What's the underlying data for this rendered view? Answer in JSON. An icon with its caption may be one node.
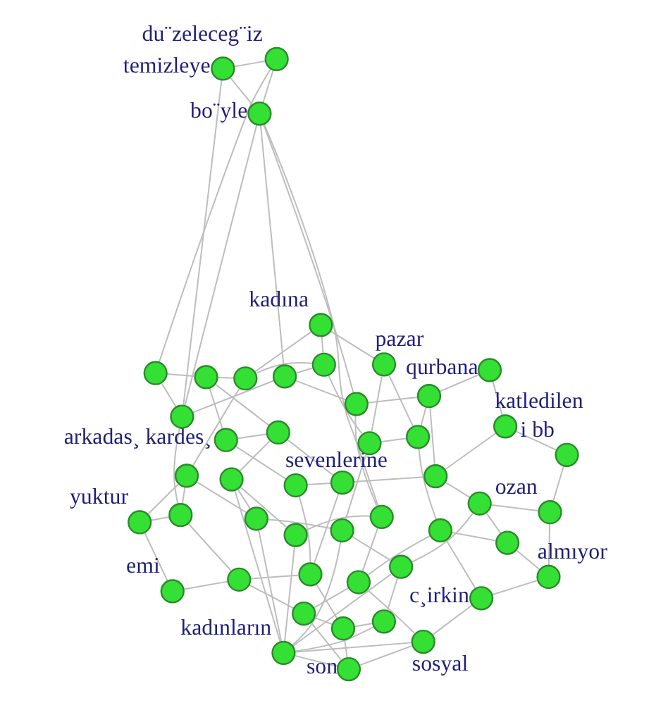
{
  "diagram": {
    "nodes": [
      {
        "text": [],
        "shape": "circle",
        "beside": [
          "arkadas¸ kardes¸"
        ]
      },
      {
        "text": [],
        "shape": "circle",
        "beside": [
          "sevenlerine"
        ]
      },
      {
        "text": [],
        "shape": "circle",
        "beside": [
          "emi"
        ]
      },
      {
        "text": [],
        "shape": "circle",
        "beside": [
          "yuktur"
        ]
      },
      {
        "text": [],
        "shape": "circle",
        "beside": [
          "kadına"
        ]
      },
      {
        "text": [],
        "shape": "circle",
        "beside": [
          "pazar"
        ]
      },
      {
        "text": [],
        "shape": "circle",
        "beside": [
          "qurbana"
        ]
      },
      {
        "text": [],
        "shape": "circle",
        "beside": [
          "katledilen"
        ]
      },
      {
        "text": [],
        "shape": "circle",
        "beside": [
          "i bb"
        ]
      },
      {
        "text": [],
        "shape": "circle",
        "beside": [
          "ozan"
        ]
      },
      {
        "text": [],
        "shape": "circle",
        "beside": [
          "almıyor"
        ]
      },
      {
        "text": [],
        "shape": "circle",
        "beside": [
          "c¸irkin"
        ]
      },
      {
        "text": [],
        "shape": "circle",
        "beside": [
          "sosyal"
        ]
      },
      {
        "text": [],
        "shape": "circle",
        "beside": [
          "son"
        ]
      },
      {
        "text": [],
        "shape": "circle",
        "beside": [
          "kadınların"
        ]
      },
      {
        "text": [],
        "shape": "circle",
        "beside": [
          "bo¨yle"
        ]
      },
      {
        "text": [],
        "shape": "circle",
        "beside": [
          "du¨zeleceg¨iz"
        ]
      },
      {
        "text": [],
        "shape": "circle",
        "beside": [
          "temizleye"
        ]
      },
      {
        "text": [],
        "shape": "circle"
      },
      {
        "text": [],
        "shape": "circle"
      },
      {
        "text": [],
        "shape": "circle"
      },
      {
        "text": [],
        "shape": "circle"
      },
      {
        "text": [],
        "shape": "circle"
      },
      {
        "text": [],
        "shape": "circle"
      },
      {
        "text": [],
        "shape": "circle"
      },
      {
        "text": [],
        "shape": "circle"
      },
      {
        "text": [],
        "shape": "circle"
      },
      {
        "text": [],
        "shape": "circle"
      },
      {
        "text": [],
        "shape": "circle"
      },
      {
        "text": [],
        "shape": "circle"
      },
      {
        "text": [],
        "shape": "circle"
      },
      {
        "text": [],
        "shape": "circle"
      },
      {
        "text": [],
        "shape": "circle"
      },
      {
        "text": [],
        "shape": "circle"
      },
      {
        "text": [],
        "shape": "circle"
      },
      {
        "text": [],
        "shape": "circle"
      },
      {
        "text": [],
        "shape": "circle"
      },
      {
        "text": [],
        "shape": "circle"
      },
      {
        "text": [],
        "shape": "circle"
      },
      {
        "text": [],
        "shape": "circle"
      },
      {
        "text": [],
        "shape": "circle"
      },
      {
        "text": [],
        "shape": "circle"
      },
      {
        "text": [],
        "shape": "circle"
      },
      {
        "text": [],
        "shape": "circle"
      },
      {
        "text": [],
        "shape": "circle"
      },
      {
        "text": [],
        "shape": "circle"
      },
      {
        "text": [],
        "shape": "circle"
      },
      {
        "text": [],
        "shape": "circle"
      }
    ],
    "edges": [
      {
        "from": 18,
        "to": 19,
        "arrow": "none"
      },
      {
        "from": 19,
        "to": 20,
        "arrow": "none"
      },
      {
        "from": 20,
        "to": 21,
        "arrow": "none"
      },
      {
        "from": 21,
        "to": 22,
        "arrow": "none"
      },
      {
        "from": 22,
        "to": 23,
        "arrow": "none"
      },
      {
        "from": 23,
        "to": 24,
        "arrow": "none"
      },
      {
        "from": 24,
        "to": 25,
        "arrow": "none"
      },
      {
        "from": 25,
        "to": 26,
        "arrow": "none"
      },
      {
        "from": 26,
        "to": 27,
        "arrow": "none"
      },
      {
        "from": 27,
        "to": 28,
        "arrow": "none"
      },
      {
        "from": 28,
        "to": 29,
        "arrow": "none"
      },
      {
        "from": 29,
        "to": 30,
        "arrow": "none"
      },
      {
        "from": 30,
        "to": 31,
        "arrow": "none"
      },
      {
        "from": 31,
        "to": 32,
        "arrow": "none"
      },
      {
        "from": 32,
        "to": 33,
        "arrow": "none"
      },
      {
        "from": 33,
        "to": 34,
        "arrow": "none"
      },
      {
        "from": 34,
        "to": 35,
        "arrow": "none"
      },
      {
        "from": 35,
        "to": 36,
        "arrow": "none"
      },
      {
        "from": 36,
        "to": 37,
        "arrow": "none"
      },
      {
        "from": 37,
        "to": 38,
        "arrow": "none"
      },
      {
        "from": 38,
        "to": 39,
        "arrow": "none"
      },
      {
        "from": 39,
        "to": 40,
        "arrow": "none"
      },
      {
        "from": 40,
        "to": 41,
        "arrow": "none"
      },
      {
        "from": 41,
        "to": 42,
        "arrow": "none"
      },
      {
        "from": 42,
        "to": 43,
        "arrow": "none"
      },
      {
        "from": 43,
        "to": 44,
        "arrow": "none"
      },
      {
        "from": 44,
        "to": 45,
        "arrow": "none"
      },
      {
        "from": 45,
        "to": 46,
        "arrow": "none"
      },
      {
        "from": 46,
        "to": 47,
        "arrow": "none"
      },
      {
        "from": 47,
        "to": 18,
        "arrow": "none"
      },
      {
        "from": 18,
        "to": 25,
        "arrow": "none"
      },
      {
        "from": 20,
        "to": 30,
        "arrow": "none"
      },
      {
        "from": 22,
        "to": 35,
        "arrow": "none"
      },
      {
        "from": 24,
        "to": 40,
        "arrow": "none"
      },
      {
        "from": 26,
        "to": 45,
        "arrow": "none"
      },
      {
        "from": 28,
        "to": 33,
        "arrow": "none"
      },
      {
        "from": 31,
        "to": 38,
        "arrow": "none"
      },
      {
        "from": 34,
        "to": 43,
        "arrow": "none"
      },
      {
        "from": 36,
        "to": 21,
        "arrow": "none"
      },
      {
        "from": 39,
        "to": 27,
        "arrow": "none"
      },
      {
        "from": 41,
        "to": 19,
        "arrow": "none"
      },
      {
        "from": 44,
        "to": 29,
        "arrow": "none"
      },
      {
        "from": 46,
        "to": 23,
        "arrow": "none"
      },
      {
        "from": 0,
        "to": 18,
        "arrow": "none"
      },
      {
        "from": 0,
        "to": 19,
        "arrow": "none"
      },
      {
        "from": 0,
        "to": 1,
        "arrow": "none"
      },
      {
        "from": 1,
        "to": 20,
        "arrow": "none"
      },
      {
        "from": 1,
        "to": 21,
        "arrow": "none"
      },
      {
        "from": 2,
        "to": 22,
        "arrow": "none"
      },
      {
        "from": 2,
        "to": 3,
        "arrow": "none"
      },
      {
        "from": 3,
        "to": 23,
        "arrow": "none"
      },
      {
        "from": 3,
        "to": 24,
        "arrow": "none"
      },
      {
        "from": 4,
        "to": 25,
        "arrow": "none"
      },
      {
        "from": 4,
        "to": 26,
        "arrow": "none"
      },
      {
        "from": 4,
        "to": 5,
        "arrow": "none"
      },
      {
        "from": 5,
        "to": 27,
        "arrow": "none"
      },
      {
        "from": 5,
        "to": 28,
        "arrow": "none"
      },
      {
        "from": 6,
        "to": 29,
        "arrow": "none"
      },
      {
        "from": 6,
        "to": 7,
        "arrow": "none"
      },
      {
        "from": 7,
        "to": 30,
        "arrow": "none"
      },
      {
        "from": 7,
        "to": 8,
        "arrow": "none"
      },
      {
        "from": 8,
        "to": 9,
        "arrow": "none"
      },
      {
        "from": 9,
        "to": 31,
        "arrow": "none"
      },
      {
        "from": 9,
        "to": 10,
        "arrow": "none"
      },
      {
        "from": 10,
        "to": 11,
        "arrow": "none"
      },
      {
        "from": 10,
        "to": 32,
        "arrow": "none"
      },
      {
        "from": 11,
        "to": 12,
        "arrow": "none"
      },
      {
        "from": 11,
        "to": 33,
        "arrow": "none"
      },
      {
        "from": 12,
        "to": 34,
        "arrow": "none"
      },
      {
        "from": 12,
        "to": 13,
        "arrow": "none"
      },
      {
        "from": 13,
        "to": 35,
        "arrow": "none"
      },
      {
        "from": 13,
        "to": 36,
        "arrow": "none"
      },
      {
        "from": 14,
        "to": 13,
        "arrow": "none"
      },
      {
        "from": 14,
        "to": 37,
        "arrow": "none"
      },
      {
        "from": 14,
        "to": 38,
        "arrow": "none"
      },
      {
        "from": 14,
        "to": 39,
        "arrow": "none"
      },
      {
        "from": 14,
        "to": 40,
        "arrow": "none"
      },
      {
        "from": 14,
        "to": 41,
        "arrow": "none"
      },
      {
        "from": 14,
        "to": 42,
        "arrow": "none"
      },
      {
        "from": 14,
        "to": 12,
        "arrow": "none"
      },
      {
        "from": 15,
        "to": 43,
        "arrow": "none"
      },
      {
        "from": 15,
        "to": 44,
        "arrow": "none"
      },
      {
        "from": 15,
        "to": 45,
        "arrow": "none"
      },
      {
        "from": 15,
        "to": 46,
        "arrow": "none"
      },
      {
        "from": 16,
        "to": 15,
        "arrow": "none"
      },
      {
        "from": 17,
        "to": 15,
        "arrow": "none"
      },
      {
        "from": 16,
        "to": 17,
        "arrow": "none"
      },
      {
        "from": 16,
        "to": 47,
        "arrow": "none"
      },
      {
        "from": 17,
        "to": 46,
        "arrow": "none"
      }
    ]
  }
}
